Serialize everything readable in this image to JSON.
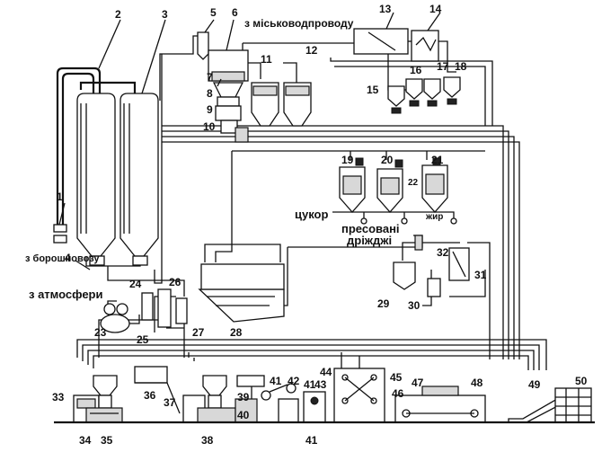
{
  "labels": {
    "city_water": "з місьководпроводу",
    "flour_truck": "з борошновозу",
    "atmosphere": "з атмосфери",
    "sugar": "цукор",
    "pressed": "пресовані",
    "yeast": "дріжджі",
    "fat": "жир"
  },
  "numbers": {
    "n1": "1",
    "n2": "2",
    "n3": "3",
    "n4": "4",
    "n5": "5",
    "n6": "6",
    "n7": "7",
    "n8": "8",
    "n9": "9",
    "n10": "10",
    "n11": "11",
    "n12": "12",
    "n13": "13",
    "n14": "14",
    "n15": "15",
    "n16": "16",
    "n17": "17",
    "n18": "18",
    "n19": "19",
    "n20": "20",
    "n21": "21",
    "n22": "22",
    "n23": "23",
    "n24": "24",
    "n25": "25",
    "n26": "26",
    "n27": "27",
    "n28": "28",
    "n29": "29",
    "n30": "30",
    "n31": "31",
    "n32": "32",
    "n33": "33",
    "n34": "34",
    "n35": "35",
    "n36": "36",
    "n37": "37",
    "n38": "38",
    "n39": "39",
    "n40": "40",
    "n41": "41",
    "n41b": "41",
    "n41c": "41",
    "n42": "42",
    "n43": "43",
    "n44": "44",
    "n45": "45",
    "n46": "46",
    "n47": "47",
    "n48": "48",
    "n49": "49",
    "n50": "50"
  }
}
